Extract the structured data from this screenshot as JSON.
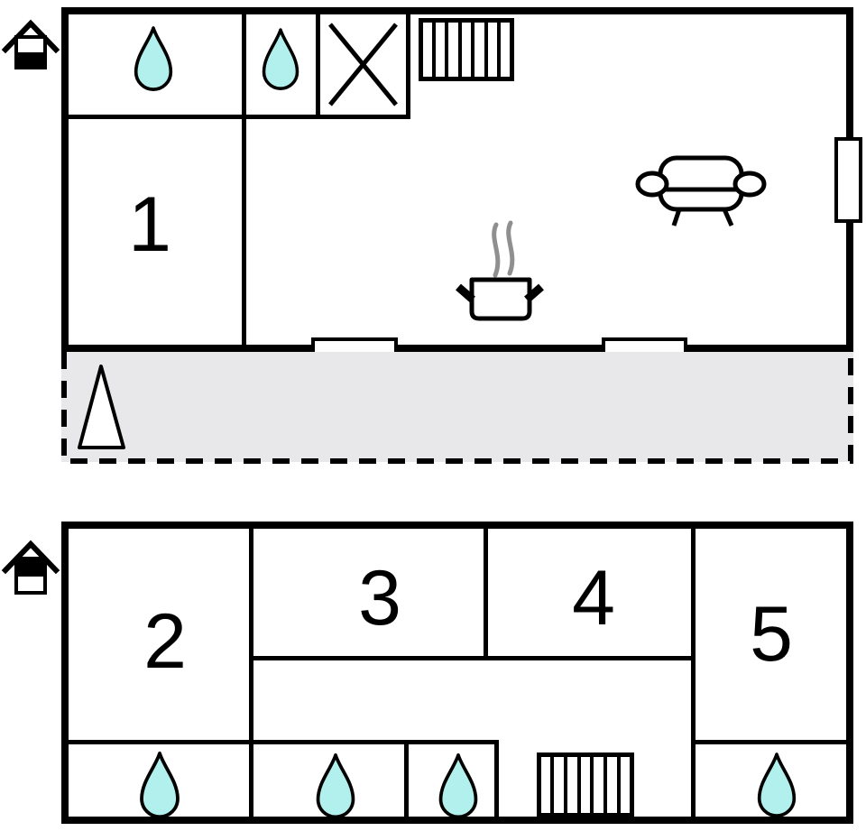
{
  "colors": {
    "wall": "#000000",
    "water": "#b2f0ee",
    "terrace": "#e8e8ea",
    "steam": "#8f8f8f",
    "background": "#ffffff"
  },
  "ground_floor": {
    "rooms": [
      {
        "label": "1"
      }
    ]
  },
  "upper_floor": {
    "rooms": [
      {
        "label": "2"
      },
      {
        "label": "3"
      },
      {
        "label": "4"
      },
      {
        "label": "5"
      }
    ]
  },
  "icons": {
    "house_lower": "house-lower-floor-icon",
    "house_upper": "house-upper-floor-icon",
    "water_drop": "water-drop-icon",
    "crossed_box": "crossed-box-icon",
    "stairs": "stairs-icon",
    "sofa": "sofa-icon",
    "stove": "steaming-pot-icon",
    "tree": "tree-icon",
    "window": "window",
    "terrace": "terrace"
  }
}
